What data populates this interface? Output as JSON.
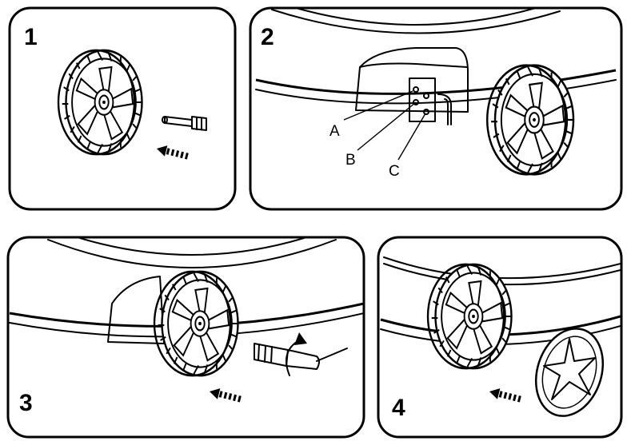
{
  "panels": [
    {
      "number": "1"
    },
    {
      "number": "2",
      "labels": {
        "a": "A",
        "b": "B",
        "c": "C"
      }
    },
    {
      "number": "3"
    },
    {
      "number": "4"
    }
  ]
}
